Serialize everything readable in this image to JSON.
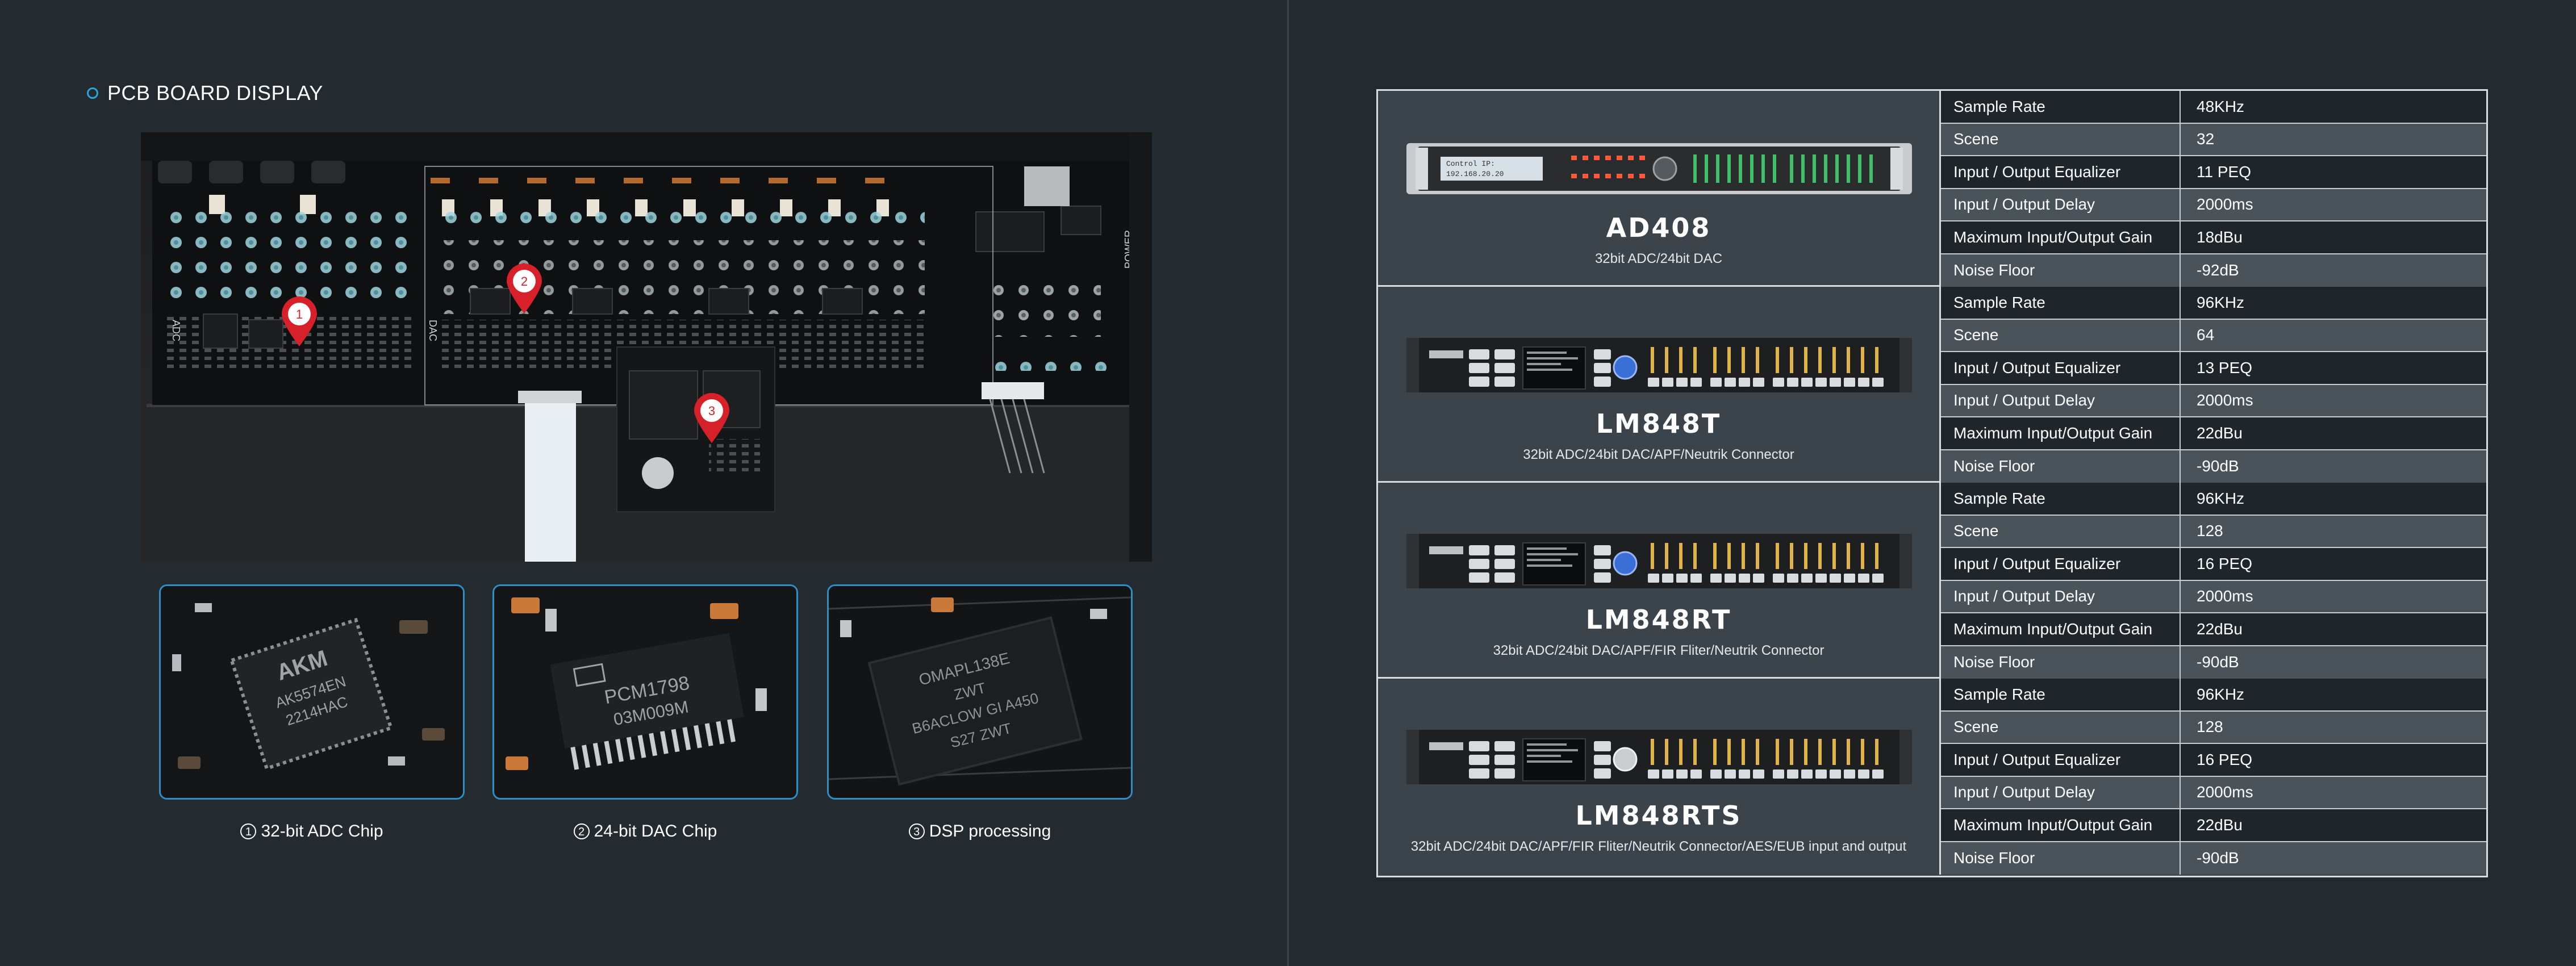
{
  "left": {
    "heading": "PCB BOARD DISPLAY",
    "pins": [
      "1",
      "2",
      "3"
    ],
    "chips": [
      {
        "num": "1",
        "label": "32-bit ADC Chip",
        "chip_text": [
          "AKM",
          "AK5574EN",
          "2214HAC"
        ]
      },
      {
        "num": "2",
        "label": "24-bit DAC Chip",
        "chip_text": [
          "PCM1798",
          "03M009M"
        ]
      },
      {
        "num": "3",
        "label": "DSP processing",
        "chip_text": [
          "OMAPL138E",
          "ZWT",
          "B6ACLOW GI A450",
          "S27 ZWT"
        ]
      }
    ],
    "board_labels": {
      "adc": "ADC",
      "dac": "DAC",
      "power": "POWER"
    }
  },
  "right": {
    "products": [
      {
        "name": "AD408",
        "desc": "32bit ADC/24bit DAC",
        "lcd": [
          "Control IP:",
          "192.168.20.20"
        ],
        "specs": [
          {
            "label": "Sample Rate",
            "value": "48KHz"
          },
          {
            "label": "Scene",
            "value": "32"
          },
          {
            "label": "Input / Output Equalizer",
            "value": "11 PEQ"
          },
          {
            "label": "Input / Output Delay",
            "value": "2000ms"
          },
          {
            "label": "Maximum Input/Output Gain",
            "value": "18dBu"
          },
          {
            "label": "Noise Floor",
            "value": "-92dB"
          }
        ]
      },
      {
        "name": "LM848T",
        "desc": "32bit ADC/24bit DAC/APF/Neutrik Connector",
        "specs": [
          {
            "label": "Sample Rate",
            "value": "96KHz"
          },
          {
            "label": "Scene",
            "value": "64"
          },
          {
            "label": "Input / Output Equalizer",
            "value": "13 PEQ"
          },
          {
            "label": "Input / Output Delay",
            "value": "2000ms"
          },
          {
            "label": "Maximum Input/Output Gain",
            "value": "22dBu"
          },
          {
            "label": "Noise Floor",
            "value": "-90dB"
          }
        ]
      },
      {
        "name": "LM848RT",
        "desc": "32bit ADC/24bit DAC/APF/FIR Fliter/Neutrik Connector",
        "specs": [
          {
            "label": "Sample Rate",
            "value": "96KHz"
          },
          {
            "label": "Scene",
            "value": "128"
          },
          {
            "label": "Input / Output Equalizer",
            "value": "16 PEQ"
          },
          {
            "label": "Input / Output Delay",
            "value": "2000ms"
          },
          {
            "label": "Maximum Input/Output Gain",
            "value": "22dBu"
          },
          {
            "label": "Noise Floor",
            "value": "-90dB"
          }
        ]
      },
      {
        "name": "LM848RTS",
        "desc": "32bit ADC/24bit DAC/APF/FIR Fliter/Neutrik Connector/AES/EUB input and output",
        "specs": [
          {
            "label": "Sample Rate",
            "value": "96KHz"
          },
          {
            "label": "Scene",
            "value": "128"
          },
          {
            "label": "Input / Output Equalizer",
            "value": "16 PEQ"
          },
          {
            "label": "Input / Output Delay",
            "value": "2000ms"
          },
          {
            "label": "Maximum Input/Output Gain",
            "value": "22dBu"
          },
          {
            "label": "Noise Floor",
            "value": "-90dB"
          }
        ]
      }
    ]
  },
  "colors": {
    "background": "#232a30",
    "accent": "#29a6dc",
    "pin_red": "#d6202a",
    "table_border": "#d9dde0"
  }
}
